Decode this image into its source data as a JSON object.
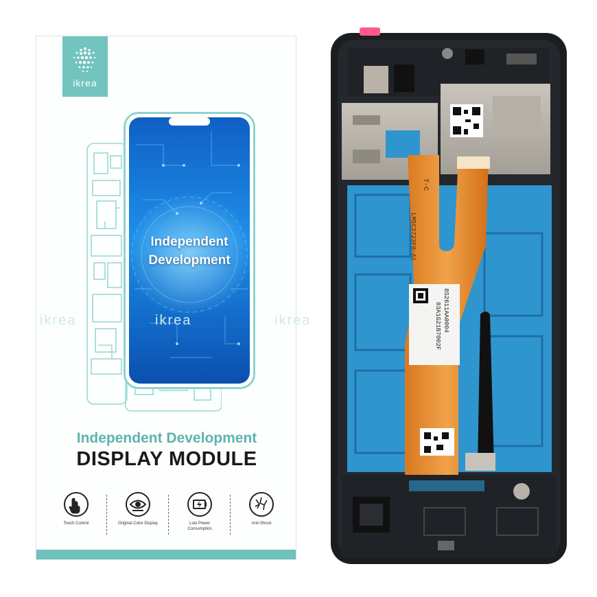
{
  "box": {
    "logo_text": "ikrea",
    "screen_text": "Independent Development",
    "subtitle": "Independent Development",
    "title": "DISPLAY MODULE",
    "features": [
      {
        "icon": "touch-hand-icon",
        "label": "Touch Control"
      },
      {
        "icon": "eye-icon",
        "label": "Original Color Display"
      },
      {
        "icon": "battery-icon",
        "label": "Low Power Consumption"
      },
      {
        "icon": "cracked-glass-icon",
        "label": "Anti-Shock"
      }
    ]
  },
  "watermark": "ikrea",
  "module": {
    "cable_label_1": "T-C",
    "cable_label_2": "LM5C3723F0-A1",
    "sticker_line_1": "8S2611AA0004",
    "sticker_line_2": "83A1G21B7002F"
  },
  "colors": {
    "brand": "#72c4bf",
    "screen_blue": "#1a78d4",
    "cable_orange": "#e58a2c",
    "frame_black": "#1b1d21",
    "panel_blue": "#2f95cf"
  }
}
